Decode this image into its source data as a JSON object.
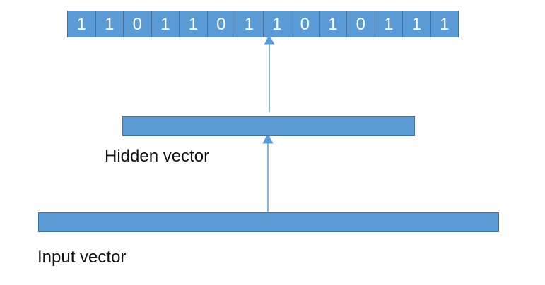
{
  "output_bits": [
    "1",
    "1",
    "0",
    "1",
    "1",
    "0",
    "1",
    "1",
    "0",
    "1",
    "0",
    "1",
    "1",
    "1"
  ],
  "hidden_label": "Hidden vector",
  "input_label": "Input vector",
  "colors": {
    "box_fill": "#5b9bd5",
    "box_border": "#41719c",
    "arrow": "#5b9bd5",
    "bit_text": "#ffffff",
    "label_text": "#111111"
  }
}
